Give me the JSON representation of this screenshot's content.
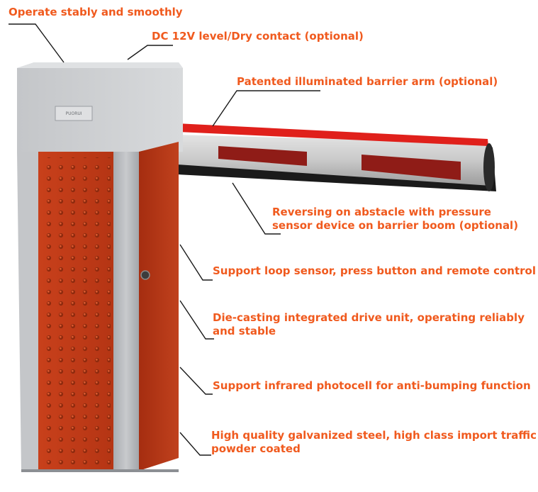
{
  "colors": {
    "accent": "#f05a1e",
    "cabinet_red": "#c23a17",
    "cabinet_grey": "#b9bcc0",
    "arm_red": "#e0201b"
  },
  "brand_plate": "PUORUI",
  "features": [
    {
      "id": "operate",
      "text": "Operate stably and smoothly"
    },
    {
      "id": "dc12v",
      "text": "DC 12V level/Dry contact (optional)"
    },
    {
      "id": "arm",
      "text": "Patented illuminated barrier arm (optional)"
    },
    {
      "id": "reversing",
      "line1": "Reversing on abstacle with pressure",
      "line2": "sensor device on barrier boom (optional)"
    },
    {
      "id": "loop",
      "text": "Support loop sensor, press button and remote control"
    },
    {
      "id": "diecast",
      "line1": "Die-casting integrated drive unit, operating reliably",
      "line2": "and stable"
    },
    {
      "id": "photocell",
      "text": "Support infrared photocell for anti-bumping function"
    },
    {
      "id": "steel",
      "line1": "High quality galvanized steel, high class import traffic",
      "line2": "powder coated"
    }
  ]
}
